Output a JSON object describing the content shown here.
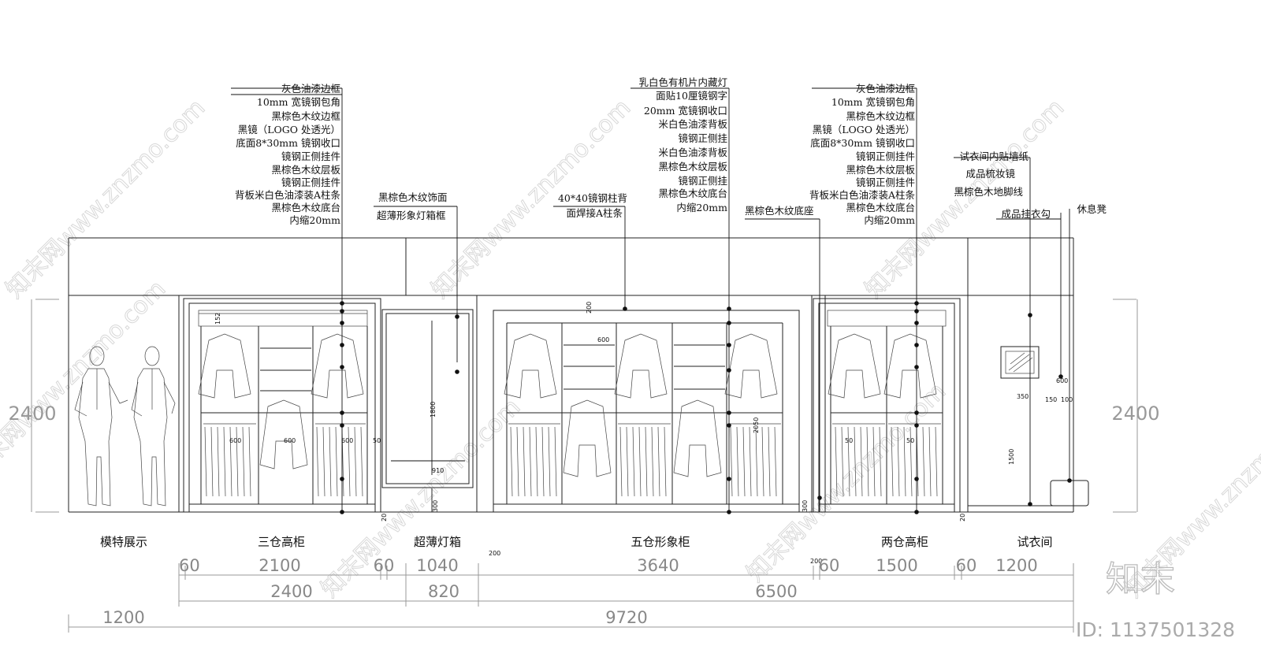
{
  "notes": {
    "left_cabinet": [
      "灰色油漆边框",
      "10mm 宽镜钢包角",
      "黑棕色木纹边框",
      "黑镜（LOGO 处透光）",
      "底面8*30mm 镜钢收口",
      "镜钢正侧挂件",
      "黑棕色木纹层板",
      "镜钢正侧挂件",
      "背板米白色油漆装A柱条",
      "黑棕色木纹底台",
      "内缩20mm"
    ],
    "lightbox": [
      "黑棕色木纹饰面",
      "超薄形象灯箱框"
    ],
    "column": [
      "40*40镜钢柱背",
      "面焊接A柱条"
    ],
    "center": [
      "乳白色有机片内藏灯",
      "面贴10厘镜钢字",
      "20mm 宽镜钢收口",
      "米白色油漆背板",
      "镜钢正侧挂",
      "米白色油漆背板",
      "黑棕色木纹层板",
      "镜钢正侧挂",
      "黑棕色木纹底台",
      "内缩20mm"
    ],
    "base": [
      "黑棕色木纹底座"
    ],
    "right_cabinet": [
      "灰色油漆边框",
      "10mm 宽镜钢包角",
      "黑棕色木纹边框",
      "黑镜（LOGO 处透光）",
      "底面8*30mm 镜钢收口",
      "镜钢正侧挂件",
      "黑棕色木纹层板",
      "镜钢正侧挂件",
      "背板米白色油漆装A柱条",
      "黑棕色木纹底台",
      "内缩20mm"
    ],
    "fitting": [
      "试衣间内贴墙纸",
      "成品梳妆镜",
      "黑棕色木地脚线"
    ],
    "hook": "成品挂衣勾",
    "stool": "休息凳"
  },
  "zones": [
    "模特展示",
    "三仓高柜",
    "超薄灯箱",
    "五仓形象柜",
    "两仓高柜",
    "试衣间"
  ],
  "heights": {
    "left": "2400",
    "right": "2400"
  },
  "dims": {
    "row1": [
      "60",
      "2100",
      "60",
      "1040",
      "3640",
      "60",
      "1500",
      "60",
      "1200"
    ],
    "row2": [
      "2400",
      "820",
      "6500"
    ],
    "row3": [
      "1200",
      "9720"
    ]
  },
  "small_dims": {
    "shelf_top": "152",
    "left_600a": "600",
    "left_600b": "600",
    "left_600c": "600",
    "left_50": "50",
    "lightbox_h": "1800",
    "lightbox_w": "910",
    "lightbox_base": "300",
    "center_top": "200",
    "center_600": "600",
    "center_2050": "2050",
    "center_base": "300",
    "center_offset_l": "200",
    "center_offset_r": "200",
    "right_50a": "50",
    "right_50b": "50",
    "right_20": "20",
    "left_20": "20",
    "mirror_350": "350",
    "mirror_150": "150",
    "mirror_100": "100",
    "mirror_1500": "1500",
    "hook_small": "600"
  },
  "brand": {
    "logo": "知末",
    "id": "ID: 1137501328",
    "watermark": "知末网www.znzmo.com"
  }
}
